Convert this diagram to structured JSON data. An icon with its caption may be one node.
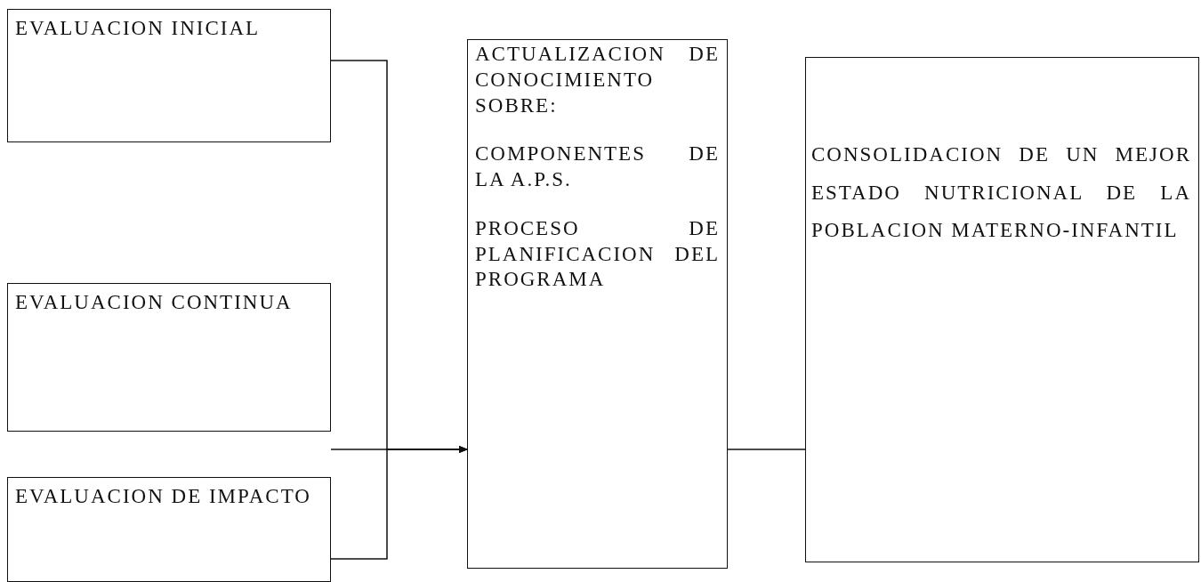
{
  "diagram": {
    "nodes": [
      {
        "text": [
          "EVALUACION INICIAL"
        ]
      },
      {
        "text": [
          "EVALUACION CONTINUA"
        ]
      },
      {
        "text": [
          "EVALUACION DE IMPACTO"
        ]
      },
      {
        "text": [
          "ACTUALIZACION DE CONOCIMIENTO SOBRE:",
          "COMPONENTES DE LA A.P.S.",
          "PROCESO DE PLANIFICACION DEL PROGRAMA"
        ]
      },
      {
        "text": [
          "CONSOLIDACION DE UN MEJOR ESTADO NUTRICIONAL DE LA POBLACION MATERNO-INFANTIL"
        ]
      }
    ],
    "edges": [
      {
        "from": 0,
        "to": 3,
        "arrow": "to"
      },
      {
        "from": 1,
        "to": 3,
        "arrow": "to"
      },
      {
        "from": 2,
        "to": 3,
        "arrow": "to"
      },
      {
        "from": 3,
        "to": 4,
        "arrow": "none"
      }
    ]
  }
}
